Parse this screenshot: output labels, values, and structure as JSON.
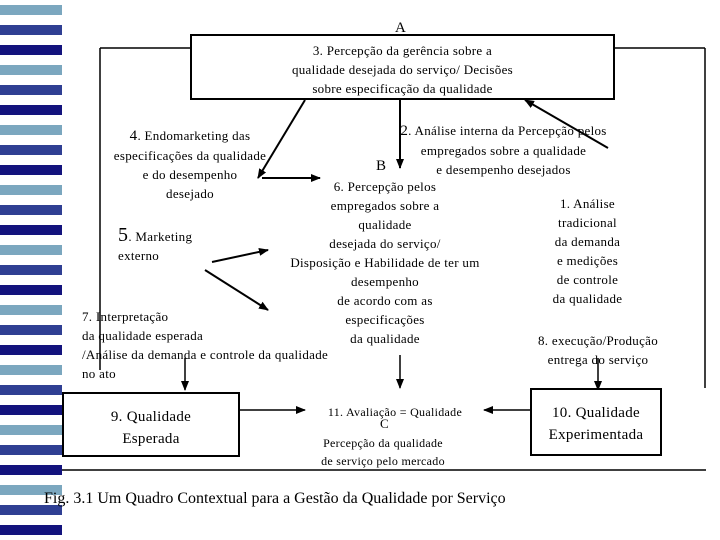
{
  "sidebar": {
    "colors": [
      "#7ba7bf",
      "#2f3f93",
      "#13137d",
      "#7ba7bf",
      "#2f3f93",
      "#13137d",
      "#7ba7bf",
      "#2f3f93",
      "#13137d",
      "#7ba7bf",
      "#2f3f93",
      "#13137d",
      "#7ba7bf",
      "#2f3f93",
      "#13137d",
      "#7ba7bf",
      "#2f3f93",
      "#13137d",
      "#7ba7bf",
      "#2f3f93",
      "#13137d",
      "#7ba7bf",
      "#2f3f93",
      "#13137d",
      "#7ba7bf",
      "#2f3f93",
      "#13137d"
    ]
  },
  "labels": {
    "a": "A",
    "b": "B",
    "c": "C"
  },
  "nodes": {
    "n3": "3. Percepção da gerência sobre a\nqualidade desejada do serviço/ Decisões\nsobre especificação da qualidade",
    "n2_num": "2",
    "n2": ". Análise interna da Percepção pelos\nempregados sobre a qualidade\ne desempenho desejados",
    "n4_num": "4",
    "n4": ". Endomarketing das\nespecificações da qualidade\ne do desempenho\ndesejado",
    "n5_num": "5",
    "n5": ". Marketing\nexterno",
    "n6": "6. Percepção pelos\nempregados sobre a\nqualidade\ndesejada do serviço/\nDisposição e Habilidade de ter um\ndesempenho\nde acordo com as\nespecificações\nda qualidade",
    "n1": "1. Análise\ntradicional\nda demanda\ne medições\nde controle\nda qualidade",
    "n7": "7. Interpretação\nda qualidade esperada\n/Análise da demanda e controle da qualidade\nno ato",
    "n8": "8. execução/Produção\nentrega do serviço",
    "n9": "9. Qualidade\nEsperada",
    "n11_title": "11. Avaliação = Qualidade",
    "n11": "Percepção da qualidade\nde serviço pelo mercado",
    "n10": "10. Qualidade\nExperimentada"
  },
  "caption": "Fig. 3.1 Um Quadro Contextual para a Gestão da Qualidade por Serviço"
}
